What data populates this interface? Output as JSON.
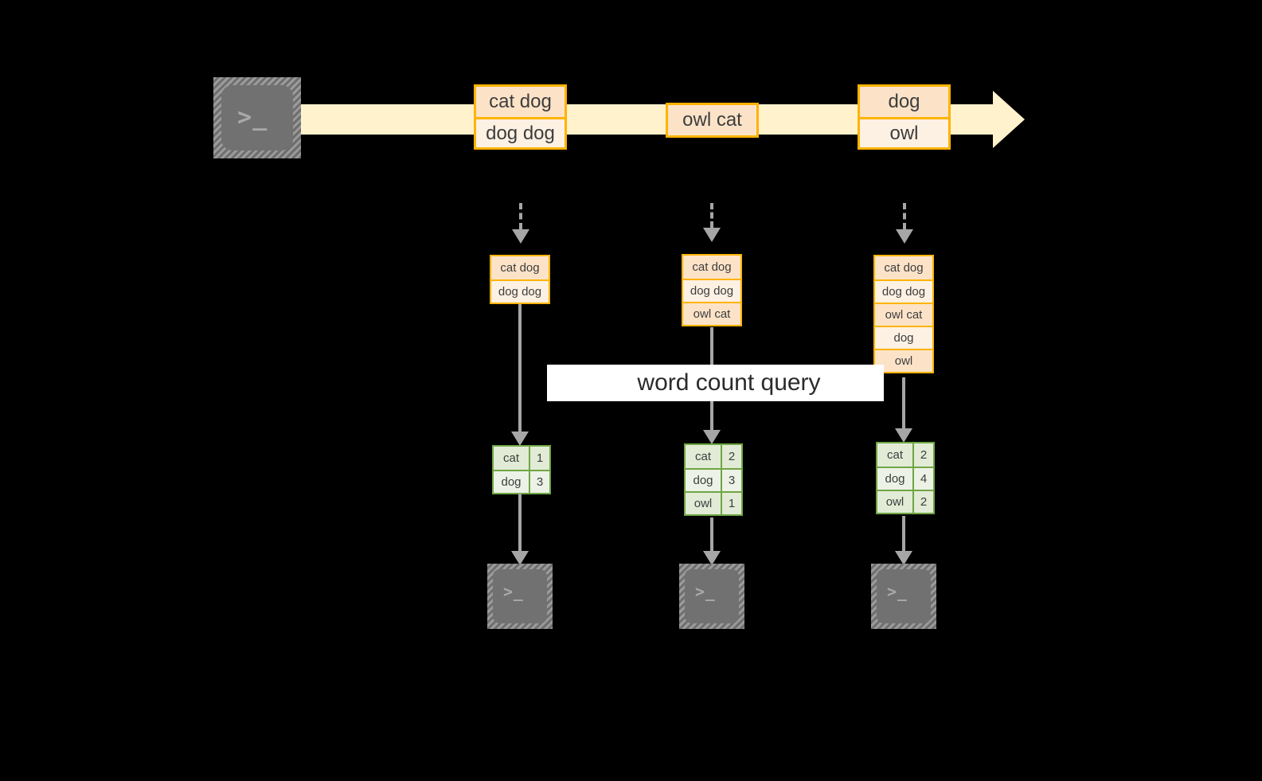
{
  "diagram": {
    "title": "word count query over an append-only stream",
    "colors": {
      "background": "#000000",
      "stream_arrow": "#FFF2CC",
      "message_border": "#FFB300",
      "message_fill_dark": "#FCE3C8",
      "message_fill_light": "#FDF1E3",
      "result_border": "#6FA644",
      "result_fill_dark": "#E2EBD6",
      "result_fill_light": "#EDF2E6",
      "connector": "#A6A6A6",
      "terminal_body": "#717171",
      "query_band": "#FFFFFF"
    }
  },
  "query_label": "word count query",
  "producer": {
    "icon": "terminal-icon",
    "prompt": ">_"
  },
  "stream": {
    "arrow_icon": "right-arrow-icon",
    "batches": [
      {
        "name": "batch-1",
        "rows": [
          "cat dog",
          "dog dog"
        ]
      },
      {
        "name": "batch-2",
        "rows": [
          "owl cat"
        ]
      },
      {
        "name": "batch-3",
        "rows": [
          "dog",
          "owl"
        ]
      }
    ]
  },
  "columns": [
    {
      "name": "snapshot-t1",
      "input_rows": [
        "cat dog",
        "dog dog"
      ],
      "results": [
        {
          "word": "cat",
          "count": "1"
        },
        {
          "word": "dog",
          "count": "3"
        }
      ],
      "consumer": {
        "icon": "terminal-icon",
        "prompt": ">_"
      }
    },
    {
      "name": "snapshot-t2",
      "input_rows": [
        "cat dog",
        "dog dog",
        "owl cat"
      ],
      "results": [
        {
          "word": "cat",
          "count": "2"
        },
        {
          "word": "dog",
          "count": "3"
        },
        {
          "word": "owl",
          "count": "1"
        }
      ],
      "consumer": {
        "icon": "terminal-icon",
        "prompt": ">_"
      }
    },
    {
      "name": "snapshot-t3",
      "input_rows": [
        "cat dog",
        "dog dog",
        "owl cat",
        "dog",
        "owl"
      ],
      "results": [
        {
          "word": "cat",
          "count": "2"
        },
        {
          "word": "dog",
          "count": "4"
        },
        {
          "word": "owl",
          "count": "2"
        }
      ],
      "consumer": {
        "icon": "terminal-icon",
        "prompt": ">_"
      }
    }
  ]
}
